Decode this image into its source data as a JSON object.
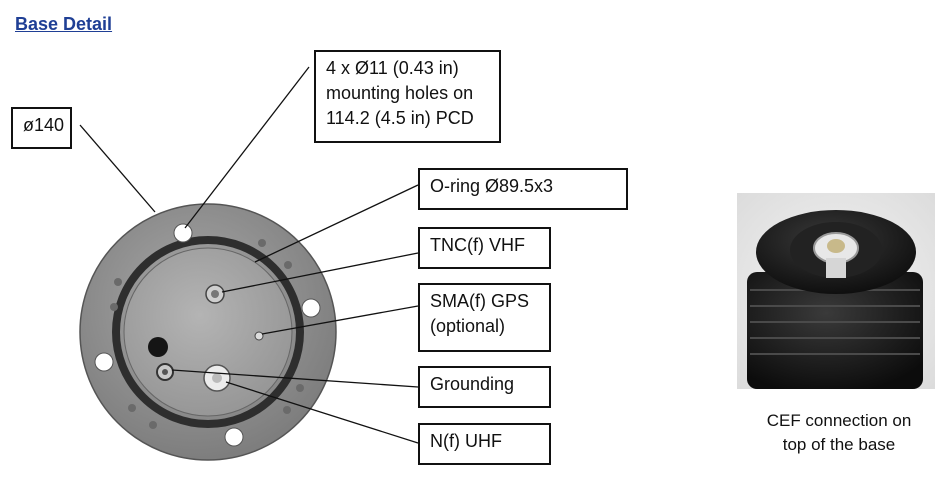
{
  "heading": "Base Detail",
  "callouts": {
    "diameter": "ø140",
    "mounting_holes": "4 x Ø11 (0.43 in)\nmounting holes on\n114.2 (4.5 in) PCD",
    "o_ring": "O-ring Ø89.5x3",
    "tnc": "TNC(f) VHF",
    "sma": "SMA(f) GPS\n(optional)",
    "grounding": "Grounding",
    "n_uhf": "N(f) UHF"
  },
  "photo_caption": "CEF connection on\ntop of the base",
  "colors": {
    "heading": "#1f3f95",
    "base_plate": "#8c8c8c",
    "o_ring": "#2e2e2e",
    "connector_body": "#1a1a1a"
  }
}
